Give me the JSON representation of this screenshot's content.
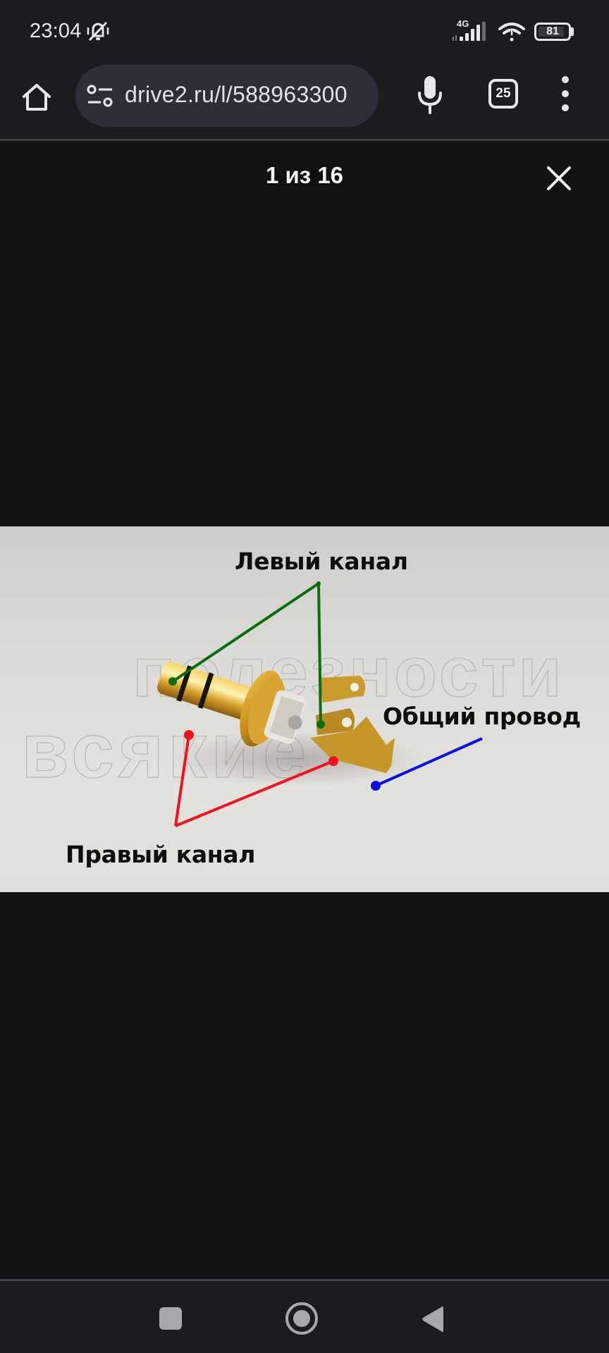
{
  "status_bar": {
    "time": "23:04",
    "ringer_icon": "bell-off-icon",
    "network_type": "4G",
    "signal_icon": "cell-signal-icon",
    "wifi_icon": "wifi-icon",
    "battery_level": "81"
  },
  "browser": {
    "home_icon": "home-icon",
    "site_settings_icon": "tune-icon",
    "url": "drive2.ru/l/588963300",
    "mic_icon": "mic-icon",
    "tab_count": "25",
    "menu_icon": "more-vert-icon"
  },
  "viewer": {
    "counter": "1 из 16",
    "close_icon": "close-icon",
    "image": {
      "labels": {
        "left_channel": "Левый канал",
        "common_wire": "Общий провод",
        "right_channel": "Правый канал"
      },
      "watermark": {
        "line1": "полезности",
        "line2": "всякие"
      },
      "colors": {
        "left_channel": "#0a6e0a",
        "right_channel": "#f2121c",
        "common_wire": "#0a10e6"
      }
    }
  },
  "nav_bar": {
    "recents_icon": "recents-icon",
    "home_icon": "home-circle-icon",
    "back_icon": "back-triangle-icon"
  }
}
